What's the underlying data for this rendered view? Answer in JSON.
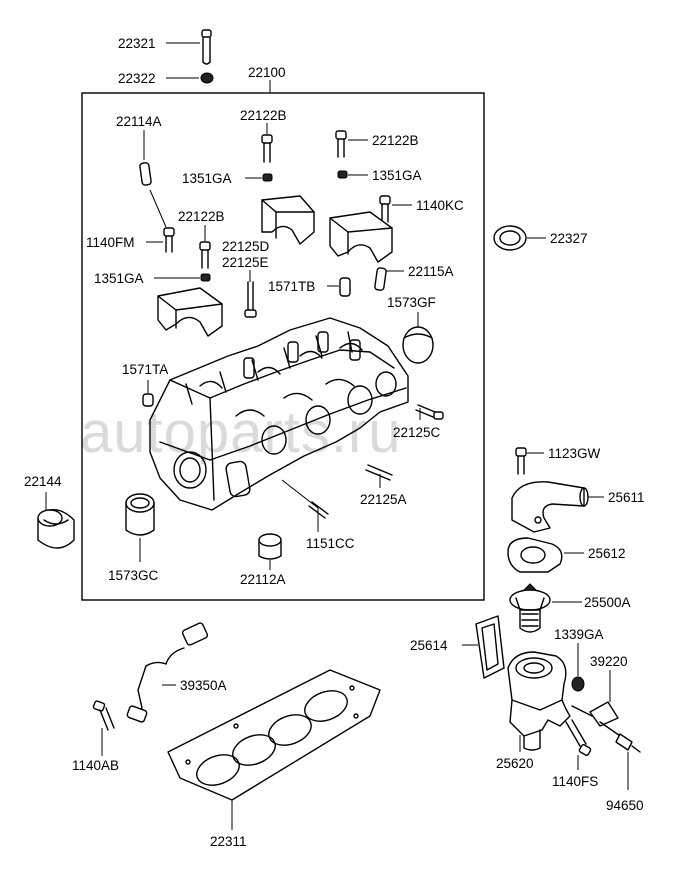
{
  "watermark": "autoparts.ru",
  "labels": {
    "p22321": "22321",
    "p22322": "22322",
    "p22100": "22100",
    "p22114A": "22114A",
    "p22122B_a": "22122B",
    "p22122B_b": "22122B",
    "p22122B_c": "22122B",
    "p1351GA_a": "1351GA",
    "p1351GA_b": "1351GA",
    "p1351GA_c": "1351GA",
    "p1140KC": "1140KC",
    "p22327": "22327",
    "p1140FM": "1140FM",
    "p22125D": "22125D",
    "p22125E": "22125E",
    "p22115A": "22115A",
    "p1571TB": "1571TB",
    "p1573GF": "1573GF",
    "p1571TA": "1571TA",
    "p22125C": "22125C",
    "p1123GW": "1123GW",
    "p22144": "22144",
    "p22125A": "22125A",
    "p25611": "25611",
    "p1151CC": "1151CC",
    "p25612": "25612",
    "p1573GC": "1573GC",
    "p22112A": "22112A",
    "p25500A": "25500A",
    "p25614": "25614",
    "p1339GA": "1339GA",
    "p39220": "39220",
    "p39350A": "39350A",
    "p1140AB": "1140AB",
    "p25620": "25620",
    "p1140FS": "1140FS",
    "p94650": "94650",
    "p22311": "22311"
  }
}
